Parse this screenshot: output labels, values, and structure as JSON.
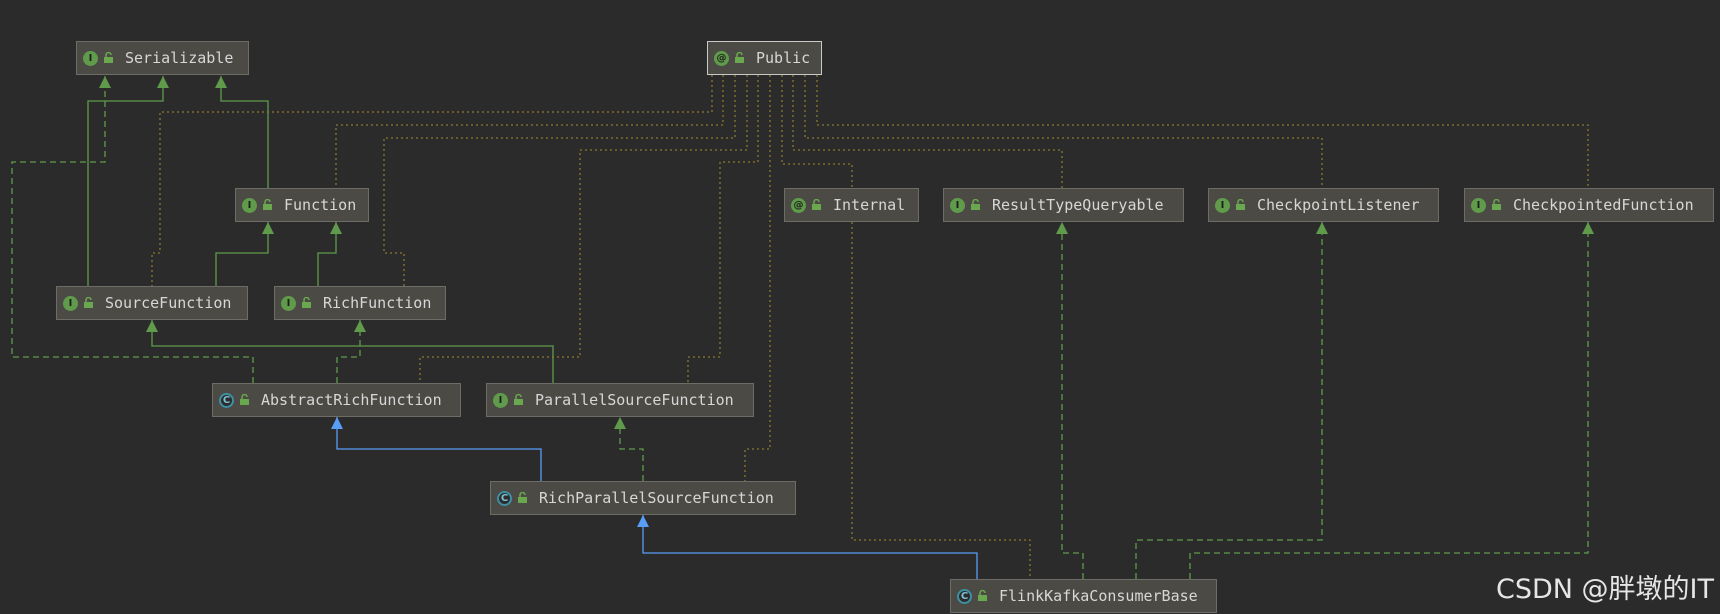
{
  "nodes": [
    {
      "id": "serializable",
      "label": "Serializable",
      "kind": "interface",
      "icon": "interface-icon"
    },
    {
      "id": "public",
      "label": "Public",
      "kind": "annotation",
      "icon": "annotation-icon"
    },
    {
      "id": "function",
      "label": "Function",
      "kind": "interface",
      "icon": "interface-icon"
    },
    {
      "id": "internal",
      "label": "Internal",
      "kind": "annotation",
      "icon": "annotation-icon"
    },
    {
      "id": "resulttypequeryable",
      "label": "ResultTypeQueryable",
      "kind": "interface",
      "icon": "interface-icon"
    },
    {
      "id": "checkpointlistener",
      "label": "CheckpointListener",
      "kind": "interface",
      "icon": "interface-icon"
    },
    {
      "id": "checkpointedfunction",
      "label": "CheckpointedFunction",
      "kind": "interface",
      "icon": "interface-icon"
    },
    {
      "id": "sourcefunction",
      "label": "SourceFunction",
      "kind": "interface",
      "icon": "interface-icon"
    },
    {
      "id": "richfunction",
      "label": "RichFunction",
      "kind": "interface",
      "icon": "interface-icon"
    },
    {
      "id": "abstractrichfunction",
      "label": "AbstractRichFunction",
      "kind": "abstract-class",
      "icon": "abstract-class-icon"
    },
    {
      "id": "parallelsourcefunction",
      "label": "ParallelSourceFunction",
      "kind": "interface",
      "icon": "interface-icon"
    },
    {
      "id": "richparallelsourcefunction",
      "label": "RichParallelSourceFunction",
      "kind": "abstract-class",
      "icon": "abstract-class-icon"
    },
    {
      "id": "flinkkafkaconsumerbase",
      "label": "FlinkKafkaConsumerBase",
      "kind": "abstract-class",
      "icon": "abstract-class-icon"
    }
  ],
  "icon_letters": {
    "interface": "I",
    "annotation": "@",
    "abstract-class": "C"
  },
  "colors": {
    "background": "#2b2b2b",
    "node_fill": "#4b4a45",
    "node_border": "#6d6c66",
    "interface_implementation": "#5f9b4a",
    "class_extends": "#589df6",
    "annotation_usage": "#8a7a2e"
  },
  "watermark": "CSDN @胖墩的IT"
}
